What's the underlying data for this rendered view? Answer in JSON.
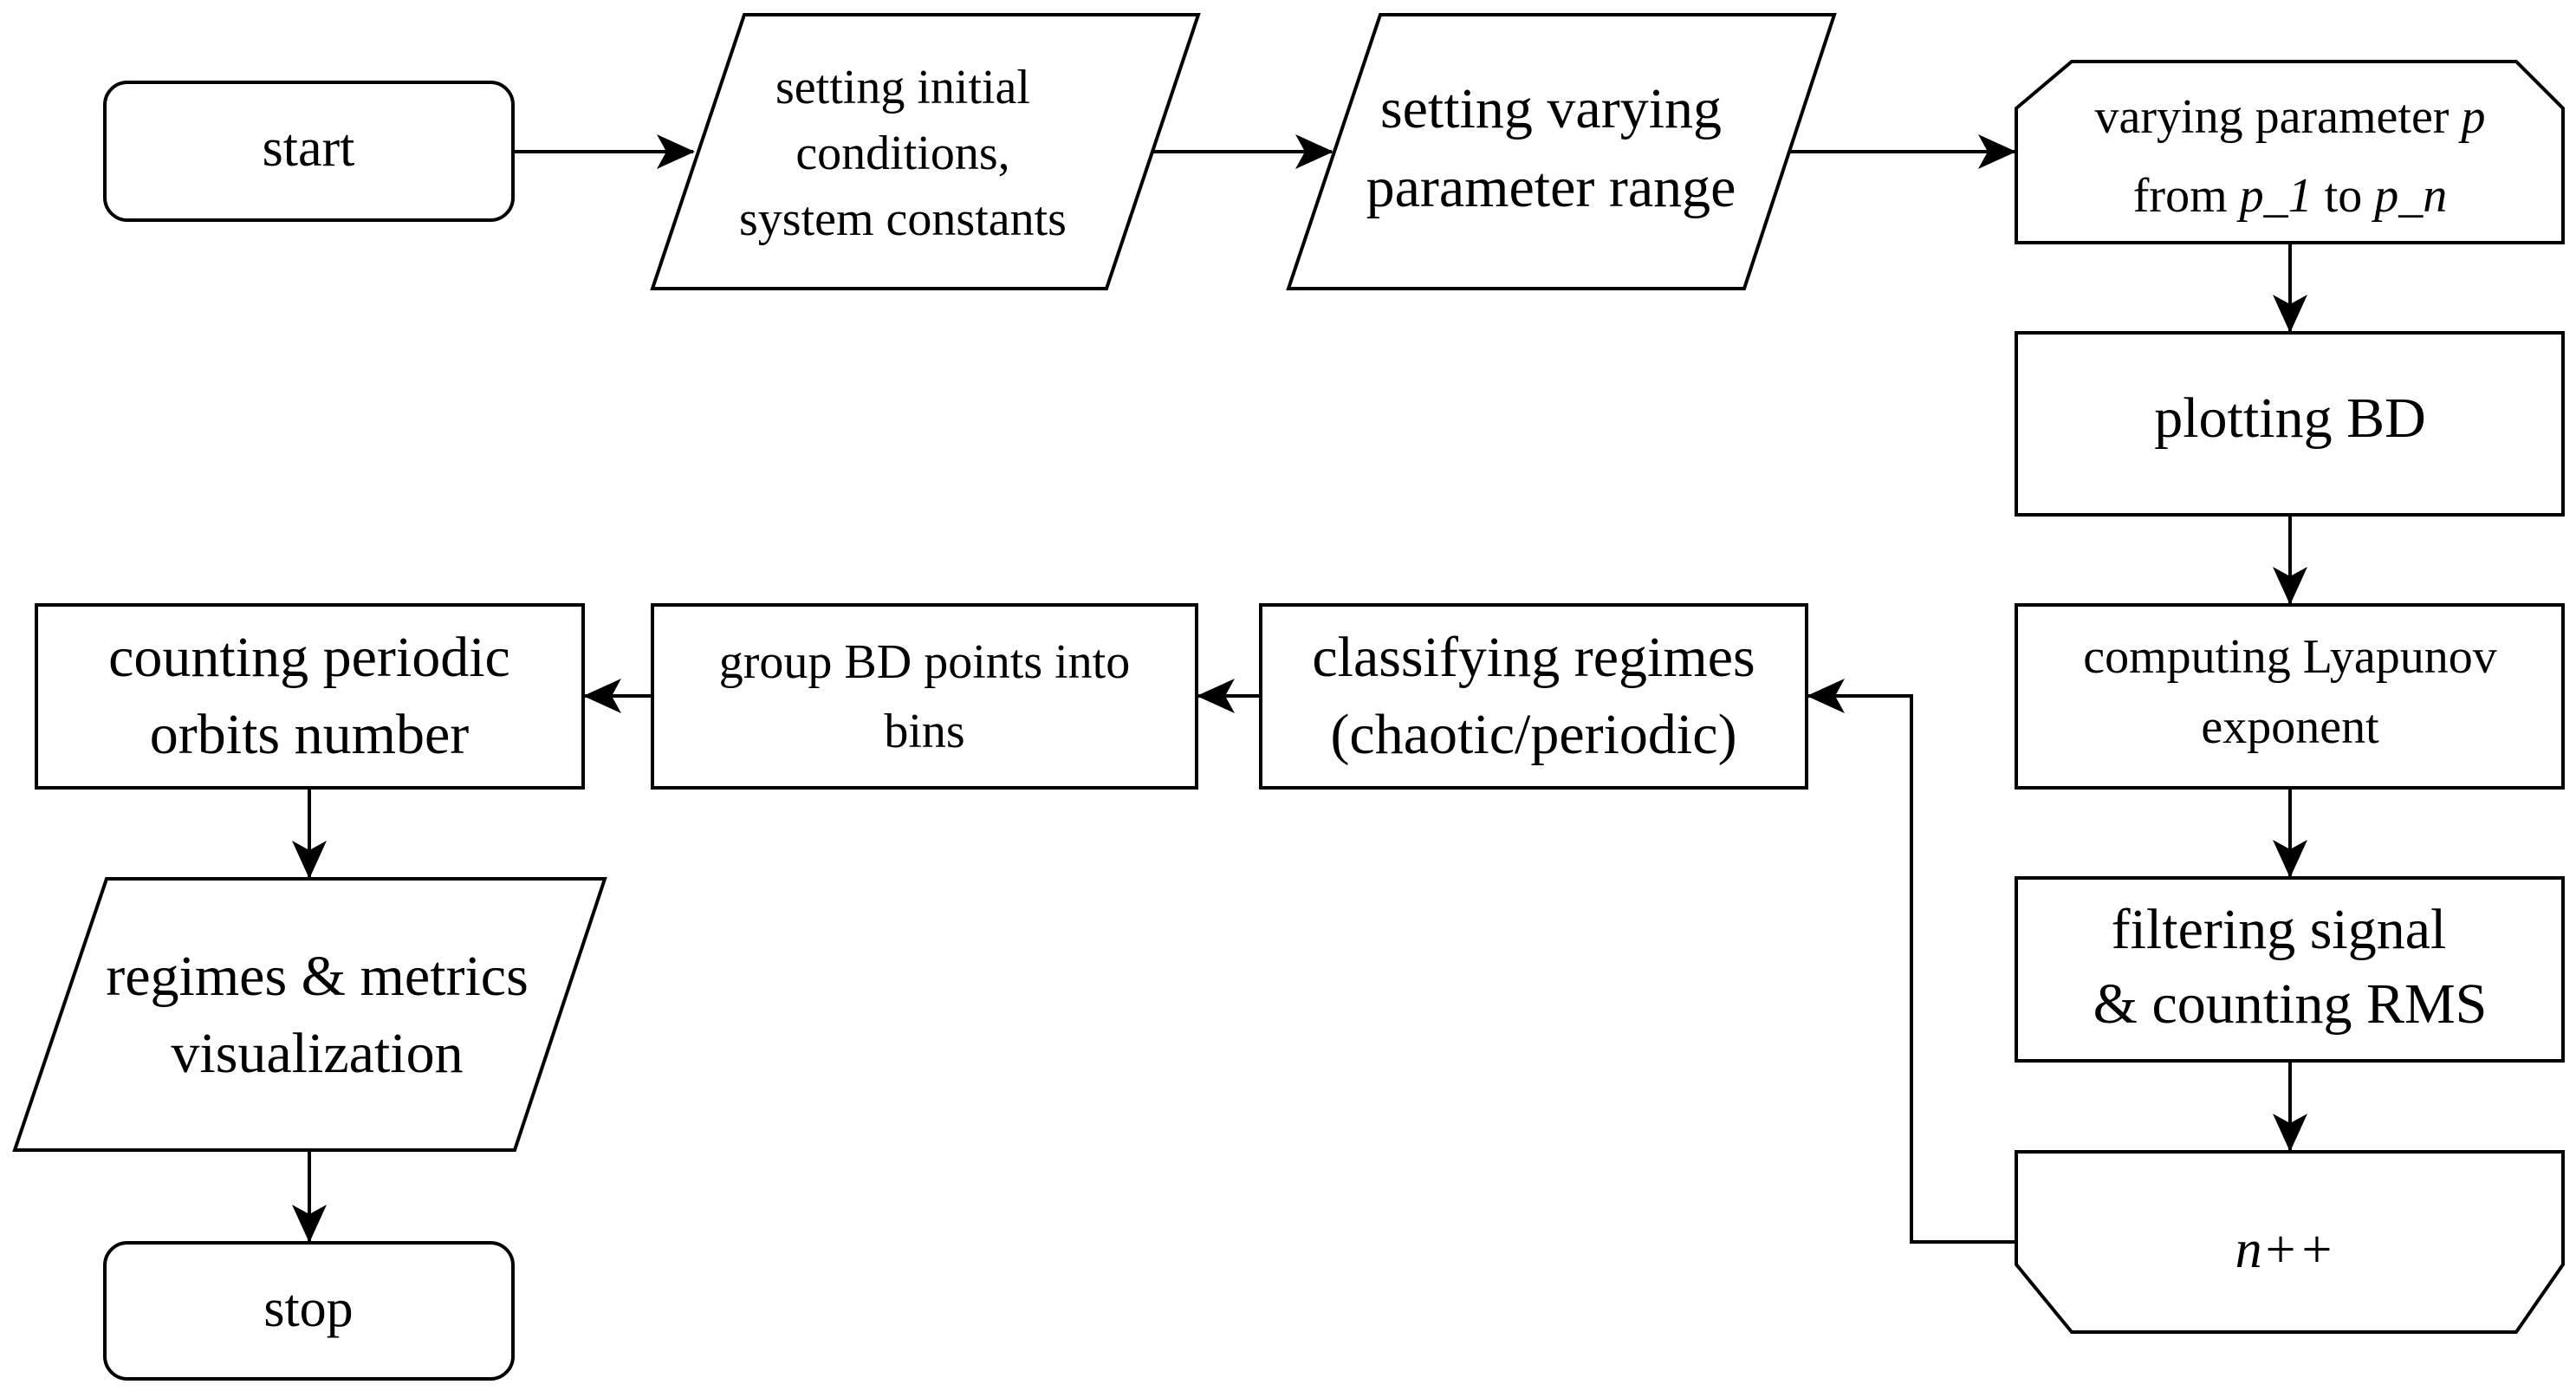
{
  "nodes": {
    "start": {
      "lines": [
        "start"
      ]
    },
    "setting_initial": {
      "lines": [
        "setting initial",
        "conditions,",
        "system constants"
      ]
    },
    "setting_range": {
      "lines": [
        "setting varying",
        "parameter range"
      ]
    },
    "loop_start": {
      "line1": {
        "text": "varying parameter ",
        "var": "p"
      },
      "line2": {
        "pre": "from ",
        "var1": "p_1",
        "mid": " to ",
        "var2": "p_n"
      }
    },
    "plotting_bd": {
      "lines": [
        "plotting BD"
      ]
    },
    "computing_lyapunov": {
      "lines": [
        "computing Lyapunov",
        "exponent"
      ]
    },
    "filtering_signal": {
      "lines": [
        "filtering signal",
        "& counting RMS"
      ]
    },
    "loop_end": {
      "text": "n++"
    },
    "classifying": {
      "lines": [
        "classifying regimes",
        "(chaotic/periodic)"
      ]
    },
    "group_bd": {
      "lines": [
        "group BD points into",
        "bins"
      ]
    },
    "counting_orbits": {
      "lines": [
        "counting periodic",
        "orbits number"
      ]
    },
    "visualization": {
      "lines": [
        "regimes & metrics",
        "visualization"
      ]
    },
    "stop": {
      "lines": [
        "stop"
      ]
    }
  }
}
